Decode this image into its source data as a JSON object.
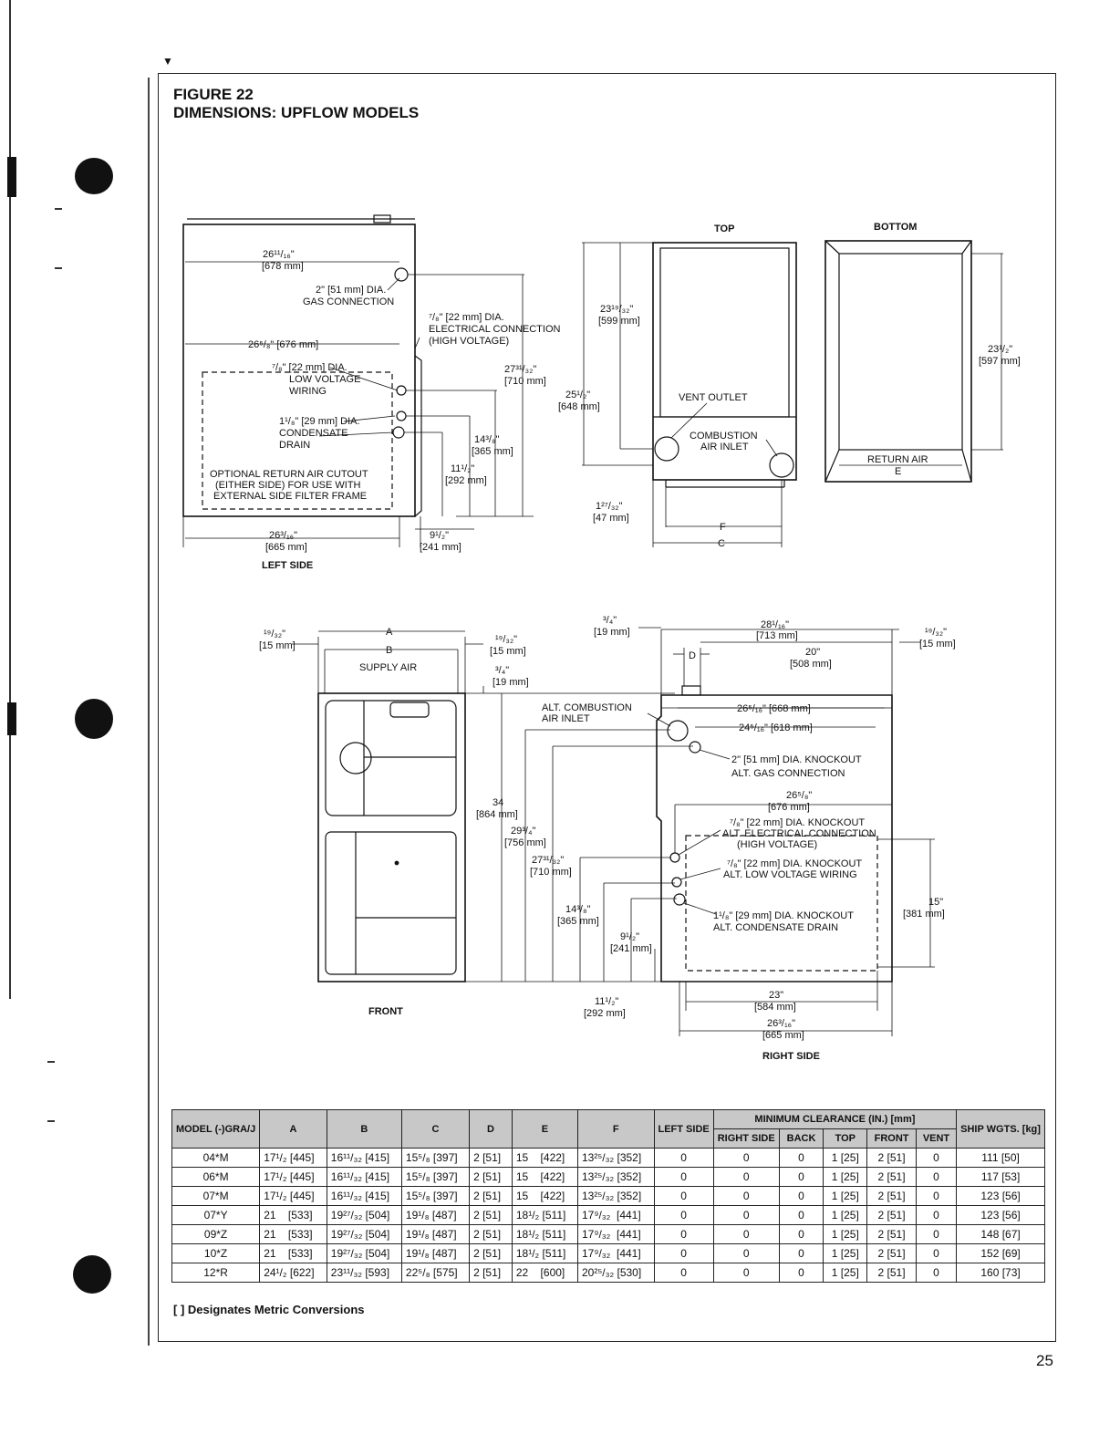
{
  "figure": {
    "number": "FIGURE 22",
    "title": "DIMENSIONS: UPFLOW MODELS"
  },
  "left_side": {
    "caption": "LEFT SIDE",
    "dims": {
      "w_2611_16": "26¹¹/₁₆\"",
      "w_2611_16_mm": "[678 mm]",
      "gas_conn_1": "2\" [51 mm] DIA.",
      "gas_conn_2": "GAS CONNECTION",
      "elec_1": "⁷/₈\" [22 mm] DIA.",
      "elec_2": "ELECTRICAL CONNECTION",
      "elec_3": "(HIGH VOLTAGE)",
      "w_265_8": "26⁵/₈\" [676 mm]",
      "low_v_1": "⁷/₈\" [22 mm] DIA.",
      "low_v_2": "LOW VOLTAGE",
      "low_v_3": "WIRING",
      "cond_1": "1¹/₈\" [29 mm] DIA.",
      "cond_2": "CONDENSATE",
      "cond_3": "DRAIN",
      "h_2731_32": "27³¹/₃₂\"",
      "h_2731_32_mm": "[710 mm]",
      "h_143_8": "14³/₈\"",
      "h_143_8_mm": "[365 mm]",
      "h_111_2": "11¹/₂\"",
      "h_111_2_mm": "[292 mm]",
      "cutout_1": "OPTIONAL RETURN AIR CUTOUT",
      "cutout_2": "(EITHER SIDE) FOR USE WITH",
      "cutout_3": "EXTERNAL SIDE FILTER FRAME",
      "w_263_16": "26³/₁₆\"",
      "w_263_16_mm": "[665 mm]",
      "h_91_2": "9¹/₂\"",
      "h_91_2_mm": "[241 mm]"
    }
  },
  "top_view": {
    "caption": "TOP",
    "dims": {
      "h_2319_32": "23¹⁹/₃₂\"",
      "h_2319_32_mm": "[599 mm]",
      "h_251_2": "25¹/₂\"",
      "h_251_2_mm": "[648 mm]",
      "vent_outlet": "VENT OUTLET",
      "comb_1": "COMBUSTION",
      "comb_2": "AIR INLET",
      "w_127_32": "1²⁷/₃₂\"",
      "w_127_32_mm": "[47 mm]",
      "f": "F",
      "c": "C"
    }
  },
  "bottom_view": {
    "caption": "BOTTOM",
    "dims": {
      "h_231_2": "23¹/₂\"",
      "h_231_2_mm": "[597 mm]",
      "return_air": "RETURN AIR",
      "e": "E"
    }
  },
  "front_view": {
    "caption": "FRONT",
    "dims": {
      "l_19_32": "¹⁹/₃₂\"",
      "l_19_32_mm": "[15 mm]",
      "a": "A",
      "b": "B",
      "supply_air": "SUPPLY AIR",
      "r_19_32": "¹⁹/₃₂\"",
      "r_19_32_mm": "[15 mm]",
      "t_3_4": "³/₄\"",
      "t_3_4_mm": "[19 mm]",
      "h_34": "34",
      "h_34_mm": "[864 mm]",
      "h_293_4": "29³/₄\"",
      "h_293_4_mm": "[756 mm]",
      "h_2731_32": "27³¹/₃₂\"",
      "h_2731_32_mm": "[710 mm]",
      "h_143_8": "14³/₈\"",
      "h_143_8_mm": "[365 mm]",
      "h_91_2": "9¹/₂\"",
      "h_91_2_mm": "[241 mm]",
      "h_111_2": "11¹/₂\"",
      "h_111_2_mm": "[292 mm]",
      "alt_comb_1": "ALT. COMBUSTION",
      "alt_comb_2": "AIR INLET"
    }
  },
  "right_side": {
    "caption": "RIGHT SIDE",
    "dims": {
      "l_3_4": "³/₄\"",
      "l_3_4_mm": "[19 mm]",
      "w_281_16": "28¹/₁₆\"",
      "w_281_16_mm": "[713 mm]",
      "r_19_32": "¹⁹/₃₂\"",
      "r_19_32_mm": "[15 mm]",
      "d": "D",
      "w_20": "20\"",
      "w_20_mm": "[508 mm]",
      "w_265_16": "26⁵/₁₆\" [668 mm]",
      "w_245_16": "24⁵/₁₆\" [618 mm]",
      "gas_1": "2\" [51 mm] DIA. KNOCKOUT",
      "gas_2": "ALT. GAS CONNECTION",
      "w_265_8": "26⁵/₈\"",
      "w_265_8_mm": "[676 mm]",
      "elec_1": "⁷/₈\" [22 mm] DIA. KNOCKOUT",
      "elec_2": "ALT. ELECTRICAL CONNECTION",
      "elec_3": "(HIGH VOLTAGE)",
      "low_1": "⁷/₈\" [22 mm] DIA. KNOCKOUT",
      "low_2": "ALT. LOW VOLTAGE WIRING",
      "cond_1": "1¹/₈\" [29 mm] DIA. KNOCKOUT",
      "cond_2": "ALT. CONDENSATE DRAIN",
      "h_15": "15\"",
      "h_15_mm": "[381 mm]",
      "w_23": "23\"",
      "w_23_mm": "[584 mm]",
      "w_263_16": "26³/₁₆\"",
      "w_263_16_mm": "[665 mm]"
    }
  },
  "table": {
    "headers": {
      "model": "MODEL (-)GRA/J",
      "a": "A",
      "b": "B",
      "c": "C",
      "d": "D",
      "e": "E",
      "f": "F",
      "left_side": "LEFT SIDE",
      "min_clearance": "MINIMUM CLEARANCE (IN.) [mm]",
      "right_side": "RIGHT SIDE",
      "back": "BACK",
      "top": "TOP",
      "front": "FRONT",
      "vent": "VENT",
      "ship": "SHIP WGTS. [kg]"
    },
    "rows": [
      [
        "04*M",
        "17¹/₂ [445]",
        "16¹¹/₃₂ [415]",
        "15⁵/₈ [397]",
        "2 [51]",
        "15    [422]",
        "13²⁵/₃₂ [352]",
        "0",
        "0",
        "0",
        "1 [25]",
        "2 [51]",
        "0",
        "111 [50]"
      ],
      [
        "06*M",
        "17¹/₂ [445]",
        "16¹¹/₃₂ [415]",
        "15⁵/₈ [397]",
        "2 [51]",
        "15    [422]",
        "13²⁵/₃₂ [352]",
        "0",
        "0",
        "0",
        "1 [25]",
        "2 [51]",
        "0",
        "117 [53]"
      ],
      [
        "07*M",
        "17¹/₂ [445]",
        "16¹¹/₃₂ [415]",
        "15⁵/₈ [397]",
        "2 [51]",
        "15    [422]",
        "13²⁵/₃₂ [352]",
        "0",
        "0",
        "0",
        "1 [25]",
        "2 [51]",
        "0",
        "123 [56]"
      ],
      [
        "07*Y",
        "21    [533]",
        "19²⁷/₃₂ [504]",
        "19¹/₈ [487]",
        "2 [51]",
        "18¹/₂ [511]",
        "17⁹/₃₂  [441]",
        "0",
        "0",
        "0",
        "1 [25]",
        "2 [51]",
        "0",
        "123 [56]"
      ],
      [
        "09*Z",
        "21    [533]",
        "19²⁷/₃₂ [504]",
        "19¹/₈ [487]",
        "2 [51]",
        "18¹/₂ [511]",
        "17⁹/₃₂  [441]",
        "0",
        "0",
        "0",
        "1 [25]",
        "2 [51]",
        "0",
        "148 [67]"
      ],
      [
        "10*Z",
        "21    [533]",
        "19²⁷/₃₂ [504]",
        "19¹/₈ [487]",
        "2 [51]",
        "18¹/₂ [511]",
        "17⁹/₃₂  [441]",
        "0",
        "0",
        "0",
        "1 [25]",
        "2 [51]",
        "0",
        "152 [69]"
      ],
      [
        "12*R",
        "24¹/₂ [622]",
        "23¹¹/₃₂ [593]",
        "22⁵/₈ [575]",
        "2 [51]",
        "22    [600]",
        "20²⁵/₃₂ [530]",
        "0",
        "0",
        "0",
        "1 [25]",
        "2 [51]",
        "0",
        "160 [73]"
      ]
    ]
  },
  "note": "[   ] Designates Metric Conversions",
  "page_number": "25"
}
